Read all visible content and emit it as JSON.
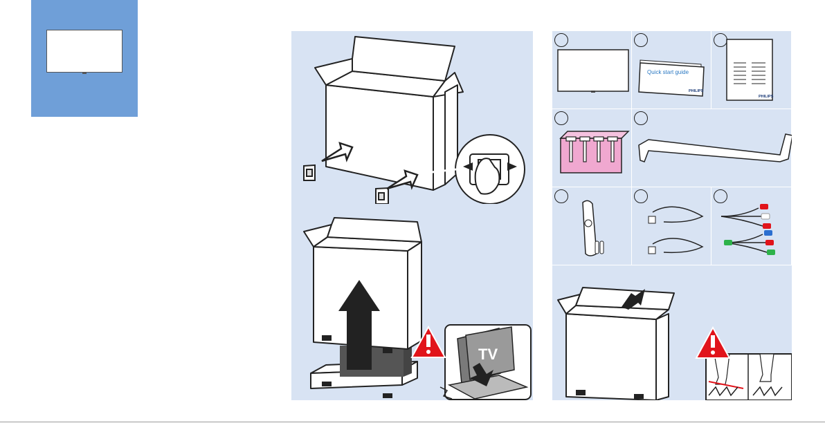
{
  "tab": {
    "color": "#6f9fd8",
    "icon": "tv-icon"
  },
  "contents": {
    "quick_start_title": "Quick start guide",
    "brand_guide": "PHILIPS",
    "brand_booklet": "PHILIPS",
    "items": [
      {
        "icon": "tv-icon"
      },
      {
        "icon": "quick-start-guide-icon"
      },
      {
        "icon": "booklet-icon"
      },
      {
        "icon": "screws-icon"
      },
      {
        "icon": "stand-icon"
      },
      {
        "icon": "remote-icon"
      },
      {
        "icon": "power-cords-icon"
      },
      {
        "icon": "av-cables-icon"
      }
    ]
  },
  "unbox": {
    "tv_label": "TV"
  },
  "colors": {
    "panel": "#d8e3f3",
    "warning": "#e1141b",
    "screws": "#f0a8d0",
    "arrow": "#222222"
  }
}
